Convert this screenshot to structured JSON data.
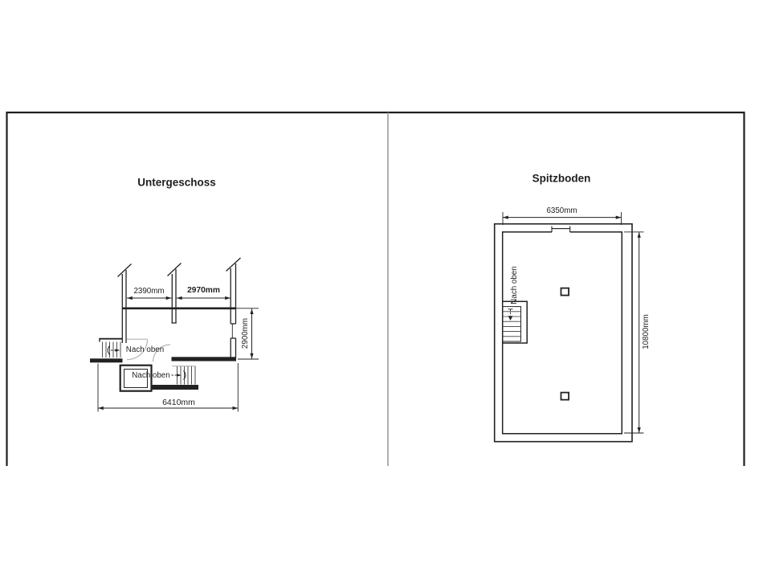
{
  "sheet": {
    "divider_color": "#8f8f8f",
    "line_color": "#222222",
    "light_line_color": "#b4b4b4"
  },
  "left_plan": {
    "title": "Untergeschoss",
    "labels": {
      "stair_upper": "Nach oben",
      "stair_lower": "Nach oben"
    },
    "dimensions": {
      "room_left_width": "2390mm",
      "room_right_width": "2970mm",
      "room_height": "2900mm",
      "total_width": "6410mm"
    }
  },
  "right_plan": {
    "title": "Spitzboden",
    "labels": {
      "stair": "Nach oben"
    },
    "dimensions": {
      "inner_width": "6350mm",
      "inner_height": "10800mm"
    }
  }
}
